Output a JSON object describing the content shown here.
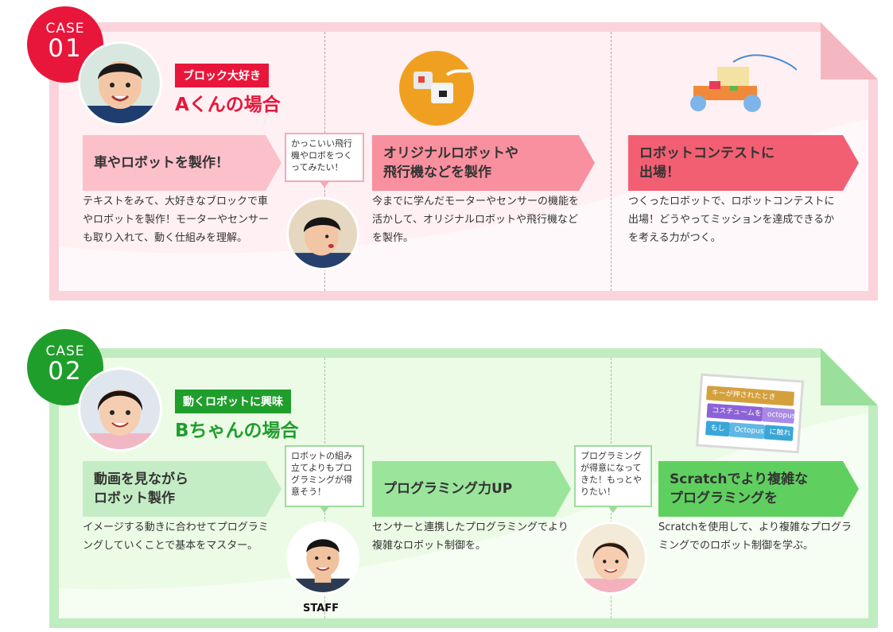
{
  "case1": {
    "badge": {
      "label": "CASE",
      "number": "01"
    },
    "tag": "ブロック大好き",
    "name": "Aくんの場合",
    "steps": [
      {
        "title_line1": "車やロボットを製作！",
        "title_line2": "",
        "desc": "テキストをみて、大好きなブロックで車やロボットを製作！モーターやセンサーも取り入れて、動く仕組みを理解。"
      },
      {
        "title_line1": "オリジナルロボットや",
        "title_line2": "飛行機などを製作",
        "desc": "今までに学んだモーターやセンサーの機能を活かして、オリジナルロボットや飛行機などを製作。"
      },
      {
        "title_line1": "ロボットコンテストに",
        "title_line2": "出場！",
        "desc": "つくったロボットで、ロボットコンテストに出場！どうやってミッションを達成できるかを考える力がつく。"
      }
    ],
    "bubble": "かっこいい飛行機やロボをつくってみたい！"
  },
  "case2": {
    "badge": {
      "label": "CASE",
      "number": "02"
    },
    "tag": "動くロボットに興味",
    "name": "Bちゃんの場合",
    "steps": [
      {
        "title_line1": "動画を見ながら",
        "title_line2": "ロボット製作",
        "desc": "イメージする動きに合わせてプログラミングしていくことで基本をマスター。"
      },
      {
        "title_line1": "プログラミング力UP",
        "title_line2": "",
        "desc": "センサーと連携したプログラミングでより複雑なロボット制御を。"
      },
      {
        "title_line1": "Scratchでより複雑な",
        "title_line2": "プログラミングを",
        "desc": "Scratchを使用して、より複雑なプログラミングでのロボット制御を学ぶ。"
      }
    ],
    "bubble_staff": "ロボットの組み立てよりもプログラミングが得意そう！",
    "bubble_child": "プログラミングが得意になってきた！もっとやりたい！",
    "staff_label": "STAFF",
    "code_blocks": [
      "キーが押されたとき",
      "コスチュームを",
      "octopus",
      "もし",
      "Octopus",
      "に触れ"
    ]
  },
  "colors": {
    "case1_accent": "#e8163a",
    "case2_accent": "#1f9e2c",
    "case1_step1": "#fcc0ca",
    "case1_step2": "#f9909f",
    "case1_step3": "#f25f73",
    "case2_step1": "#c5edc5",
    "case2_step2": "#9be49b",
    "case2_step3": "#5fd05f"
  },
  "icons": [
    "boy-avatar-icon",
    "robot-block-icon",
    "race-car-robot-icon",
    "girl-avatar-icon",
    "staff-avatar-icon",
    "scratch-code-icon"
  ]
}
